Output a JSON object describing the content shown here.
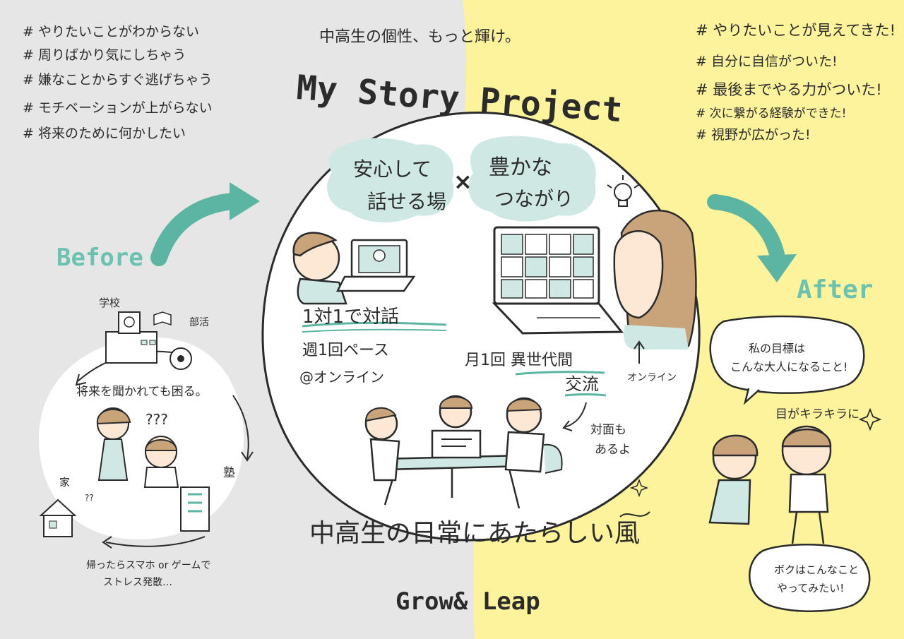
{
  "before": {
    "label": "Before",
    "problems": [
      "# やりたいことがわからない",
      "# 周りばかり気にしちゃう",
      "# 嫌なことからすぐ逃げちゃう",
      "# モチベーションが上がらない",
      "# 将来のために何かしたい"
    ],
    "scene": {
      "school": "学校",
      "club": "部活",
      "future_question": "将来を聞かれても困る。",
      "question_marks": "???",
      "cram_school": "塾",
      "home": "家",
      "home_question": "??",
      "after_home_line1": "帰ったらスマホ or ゲームで",
      "after_home_line2": "ストレス発散…"
    }
  },
  "center": {
    "tagline": "中高生の個性、もっと輝け。",
    "title": "My Story Project",
    "bubble_left_line1": "安心して",
    "bubble_left_line2": "話せる場",
    "times": "×",
    "bubble_right_line1": "豊かな",
    "bubble_right_line2": "つながり",
    "one_on_one_line1": "1対1で対話",
    "one_on_one_line2": "週1回ペース",
    "one_on_one_line3": "@オンライン",
    "monthly_line1": "月1回 異世代間",
    "monthly_line2": "交流",
    "online": "オンライン",
    "face_to_face_line1": "対面も",
    "face_to_face_line2": "あるよ",
    "bottom_slogan": "中高生の日常にあたらしい風",
    "brand": "Grow& Leap"
  },
  "after": {
    "label": "After",
    "results": [
      "# やりたいことが見えてきた!",
      "# 自分に自信がついた!",
      "# 最後までやる力がついた!",
      "# 次に繋がる経験ができた!",
      "# 視野が広がった!"
    ],
    "speech_top_line1": "私の目標は",
    "speech_top_line2": "こんな大人になること!",
    "sparkle_eyes": "目がキラキラに",
    "speech_bottom_line1": "ボクはこんなこと",
    "speech_bottom_line2": "やってみたい!"
  },
  "colors": {
    "left_bg": "#e6e6e6",
    "right_bg": "#fdf39c",
    "teal": "#5bb5a2",
    "mint_bubble": "#cfe8e3",
    "ink": "#2b2b2b",
    "skin": "#fde8d6",
    "hair": "#c9a37a"
  }
}
